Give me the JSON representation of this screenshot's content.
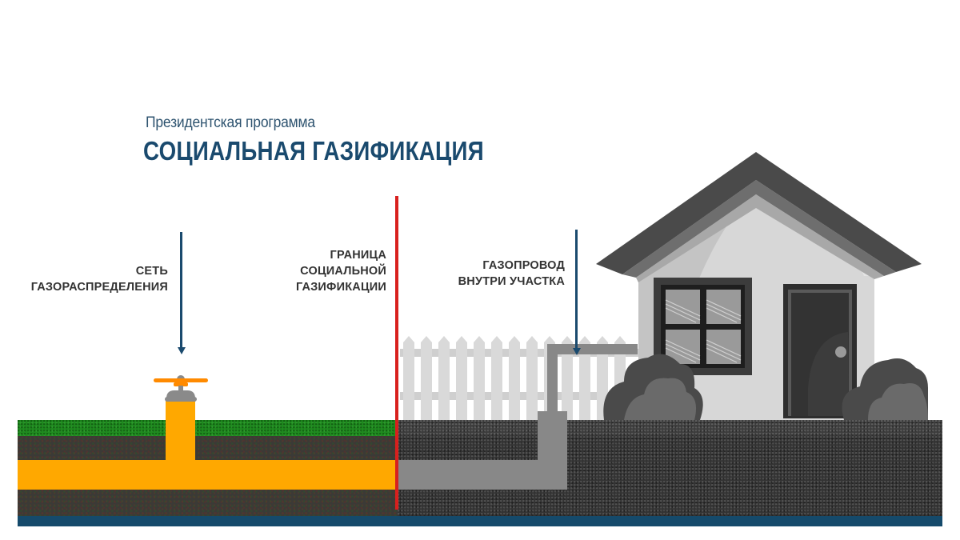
{
  "header": {
    "subtitle": "Президентская программа",
    "title": "СОЦИАЛЬНАЯ ГАЗИФИКАЦИЯ"
  },
  "labels": {
    "distribution_network": {
      "line1": "СЕТЬ",
      "line2": "ГАЗОРАСПРЕДЕЛЕНИЯ"
    },
    "boundary": {
      "line1": "ГРАНИЦА",
      "line2": "СОЦИАЛЬНОЙ",
      "line3": "ГАЗИФИКАЦИИ"
    },
    "on_site_pipeline": {
      "line1": "ГАЗОПРОВОД",
      "line2": "ВНУТРИ УЧАСТКА"
    }
  },
  "colors": {
    "title": "#1a4a6e",
    "arrow": "#1a4a6e",
    "boundary_line": "#d8201e",
    "gas_pipe": "#ffa500",
    "valve_handle": "#ff8a00",
    "valve_cap": "#8a8a8a",
    "grass": "#1f8a1f",
    "bedrock": "#154a6b",
    "private_pipe": "#8a8a8a"
  },
  "icons": {
    "valve": "valve-icon",
    "house": "house-icon",
    "fence": "fence-icon",
    "bush": "bush-icon",
    "arrow": "arrow-down-icon"
  }
}
